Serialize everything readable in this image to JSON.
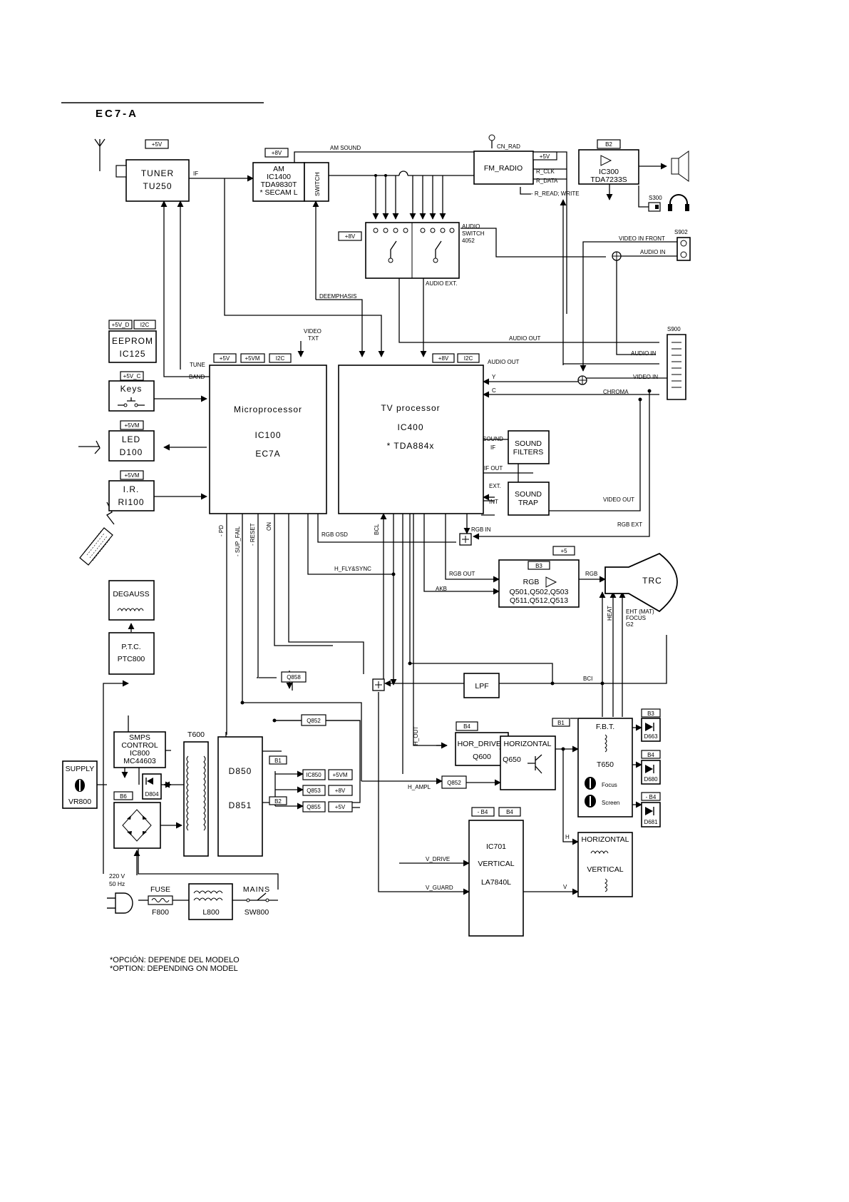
{
  "header": {
    "title": "EC7-A"
  },
  "notes": [
    "*OPCIÓN: DEPENDE DEL MODELO",
    "*OPTION: DEPENDING ON MODEL"
  ],
  "blocks": {
    "tuner": [
      "TUNER",
      "TU250"
    ],
    "am": [
      "AM",
      "IC1400",
      "TDA9830T",
      "* SECAM L"
    ],
    "switch": "SWITCH",
    "fm_radio": "FM_RADIO",
    "audio_amp": [
      "IC300",
      "TDA7233S"
    ],
    "audio_switch": [
      "AUDIO",
      "SWITCH",
      "4052"
    ],
    "eeprom": [
      "EEPROM",
      "IC125"
    ],
    "keys": "Keys",
    "led": [
      "LED",
      "D100"
    ],
    "ir": [
      "I.R.",
      "RI100"
    ],
    "micro": [
      "Microprocessor",
      "IC100",
      "EC7A"
    ],
    "tvproc": [
      "TV processor",
      "IC400",
      "* TDA884x"
    ],
    "sound_filters": [
      "SOUND",
      "FILTERS"
    ],
    "sound_trap": [
      "SOUND",
      "TRAP"
    ],
    "rgb_amp": [
      "RGB",
      "Q501,Q502,Q503",
      "Q511,Q512,Q513"
    ],
    "crt": "TRC",
    "degauss": "DEGAUSS",
    "ptc": [
      "P.T.C.",
      "PTC800"
    ],
    "smps": [
      "SMPS",
      "CONTROL",
      "IC800",
      "MC44603"
    ],
    "supply": [
      "SUPPLY",
      "VR800"
    ],
    "t600": "T600",
    "d850": "D850",
    "d851": "D851",
    "d804": "D804",
    "lpf": "LPF",
    "hor_driver": [
      "HOR_DRIVER",
      "Q600"
    ],
    "horizontal": [
      "HORIZONTAL",
      "Q650"
    ],
    "fbt": [
      "F.B.T.",
      "T650",
      "Focus",
      "Screen"
    ],
    "ic701": [
      "IC701",
      "VERTICAL",
      "LA7840L"
    ],
    "hv_out": [
      "HORIZONTAL",
      "VERTICAL"
    ],
    "mains_in": [
      "220 V",
      "50 Hz"
    ],
    "fuse": [
      "FUSE",
      "F800"
    ],
    "l800": "L800",
    "mains_sw": [
      "MAINS",
      "SW800"
    ],
    "diodes": [
      "D663",
      "D680",
      "D681"
    ],
    "regs": [
      "IC850",
      "Q853",
      "Q855"
    ],
    "q858": "Q858",
    "q852a": "Q852",
    "q852b": "Q852",
    "s300": "S300",
    "s902": "S902",
    "s900": "S900"
  },
  "rails": {
    "tuner": "+5V",
    "am": "+8V",
    "fm": "+5V",
    "amp": "B2",
    "audio_sw": "+8V",
    "eeprom_a": "+5V_D",
    "eeprom_b": "I2C",
    "keys": "+5V_C",
    "led": "+5VM",
    "ir": "+5VM",
    "micro_a": "+5V",
    "micro_b": "+5VM",
    "micro_c": "I2C",
    "tv_a": "+8V",
    "tv_b": "I2C",
    "rgb_a": "+5",
    "rgb_b": "B3",
    "b6": "B6",
    "b1_sec": "B1",
    "b2_sec": "B2",
    "reg_a": "+5VM",
    "reg_b": "+8V",
    "reg_c": "+5V",
    "hd": "B4",
    "b1_fbt": "B1",
    "d663": "B3",
    "d680": "B4",
    "d681": "- B4",
    "ic701_a": "- B4",
    "ic701_b": "B4"
  },
  "signals": {
    "am_sound": "AM SOUND",
    "if": "IF",
    "cn_rad": "CN_RAD",
    "r_clk": "R_CLK",
    "r_data": "R_DATA",
    "r_rw": "- R_READ; WRITE",
    "deemph": "DEEMPHASIS",
    "audio_ext": "AUDIO EXT.",
    "video_front": "VIDEO IN FRONT",
    "audio_in_front": "AUDIO IN",
    "audio_out": "AUDIO OUT",
    "audio_out2": "AUDIO OUT",
    "audio_in": "AUDIO IN",
    "video": "VIDEO",
    "txt": "TXT",
    "tune": "TUNE",
    "band": "BAND",
    "y": "Y",
    "c": "C",
    "video_in": "VIDEO IN",
    "chroma": "CHROMA",
    "sound_if_a": "SOUND",
    "sound_if_b": "IF",
    "if_out": "IF OUT",
    "ext": "EXT.",
    "int": "INT",
    "video_out": "VIDEO OUT",
    "rgb_ext": "RGB EXT",
    "rgb_osd": "RGB OSD",
    "rgb_in": "RGB IN",
    "h_fly": "H_FLY&SYNC",
    "rgb_out": "RGB OUT",
    "akb": "AKB",
    "rgb": "RGB",
    "bcl": "BCL",
    "bci": "BCI",
    "heat": "HEAT",
    "eht_a": "EHT (MAT)",
    "eht_b": "FOCUS",
    "eht_c": "G2",
    "pd": "- PD",
    "sup_fail": "- SUP_FAIL",
    "reset": "- RESET",
    "on": "ON",
    "h_out": "H_OUT",
    "h_ampl": "H_AMPL",
    "v_drive": "V_DRIVE",
    "v_guard": "V_GUARD",
    "h": "H",
    "v": "V"
  },
  "colors": {
    "ink": "#000000",
    "paper": "#ffffff"
  }
}
